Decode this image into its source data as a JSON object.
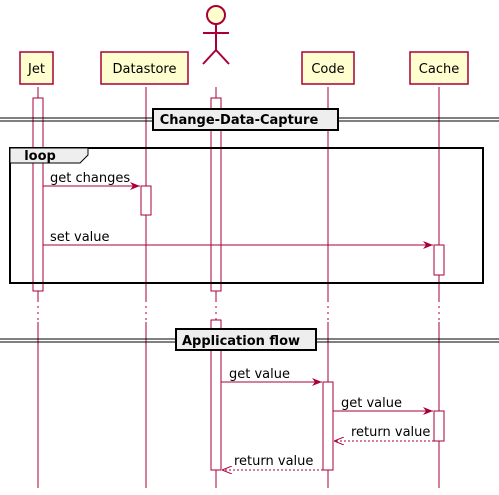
{
  "participants": {
    "jet": "Jet",
    "datastore": "Datastore",
    "code": "Code",
    "cache": "Cache"
  },
  "dividers": {
    "cdc": "Change-Data-Capture",
    "app_flow": "Application flow"
  },
  "loop": {
    "label": "loop"
  },
  "messages": {
    "get_changes": "get changes",
    "set_value": "set value",
    "get_value_1": "get value",
    "get_value_2": "get value",
    "return_value_1": "return value",
    "return_value_2": "return value"
  },
  "colors": {
    "participant_fill": "#FEFECE",
    "line": "#A80036",
    "divider_fill": "#EEEEEE"
  }
}
